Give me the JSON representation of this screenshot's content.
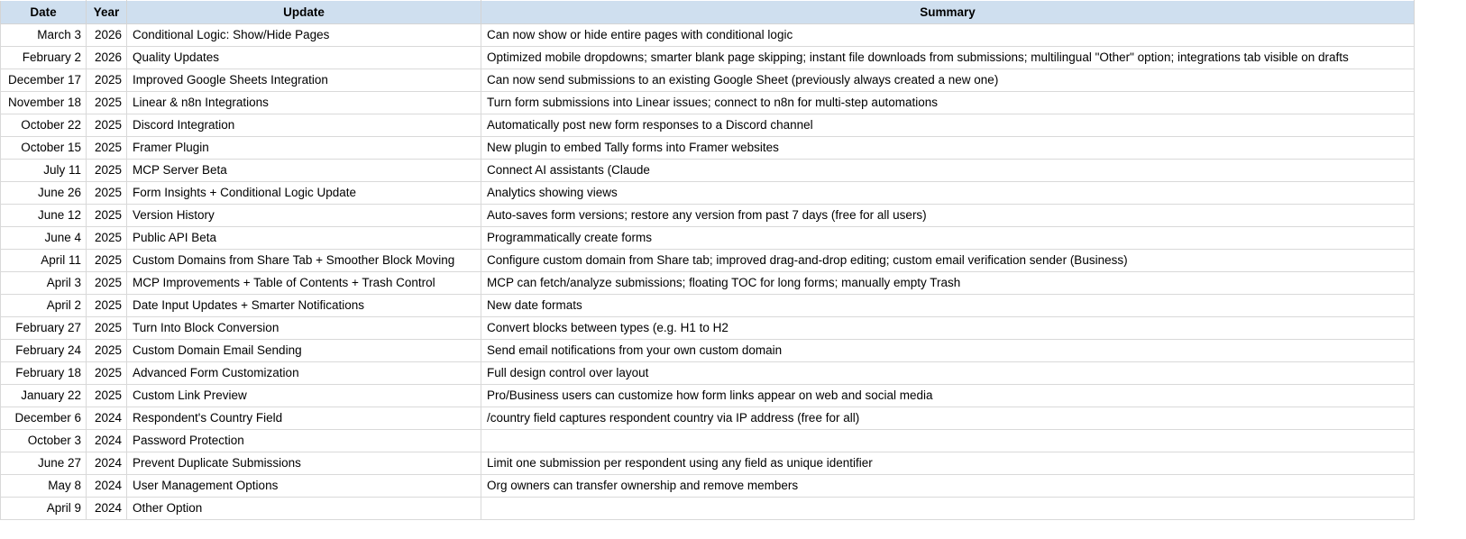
{
  "table": {
    "columns": [
      {
        "key": "date",
        "label": "Date",
        "align": "right"
      },
      {
        "key": "year",
        "label": "Year",
        "align": "right"
      },
      {
        "key": "update",
        "label": "Update",
        "align": "left"
      },
      {
        "key": "summary",
        "label": "Summary",
        "align": "left"
      }
    ],
    "header_background": "#cfdfef",
    "grid_line_color": "#d9d9d9",
    "rows": [
      {
        "date": "March 3",
        "year": "2026",
        "update": "Conditional Logic: Show/Hide Pages",
        "summary": "Can now show or hide entire pages with conditional logic"
      },
      {
        "date": "February 2",
        "year": "2026",
        "update": "Quality Updates",
        "summary": "Optimized mobile dropdowns; smarter blank page skipping; instant file downloads from submissions; multilingual \"Other\" option; integrations tab visible on drafts"
      },
      {
        "date": "December 17",
        "year": "2025",
        "update": "Improved Google Sheets Integration",
        "summary": "Can now send submissions to an existing Google Sheet (previously always created a new one)"
      },
      {
        "date": "November 18",
        "year": "2025",
        "update": "Linear & n8n Integrations",
        "summary": "Turn form submissions into Linear issues; connect to n8n for multi-step automations"
      },
      {
        "date": "October 22",
        "year": "2025",
        "update": "Discord Integration",
        "summary": "Automatically post new form responses to a Discord channel"
      },
      {
        "date": "October 15",
        "year": "2025",
        "update": "Framer Plugin",
        "summary": "New plugin to embed Tally forms into Framer websites"
      },
      {
        "date": "July 11",
        "year": "2025",
        "update": "MCP Server Beta",
        "summary": "Connect AI assistants (Claude"
      },
      {
        "date": "June 26",
        "year": "2025",
        "update": "Form Insights + Conditional Logic Update",
        "summary": "Analytics showing views"
      },
      {
        "date": "June 12",
        "year": "2025",
        "update": "Version History",
        "summary": "Auto-saves form versions; restore any version from past 7 days (free for all users)"
      },
      {
        "date": "June 4",
        "year": "2025",
        "update": "Public API Beta",
        "summary": "Programmatically create forms"
      },
      {
        "date": "April 11",
        "year": "2025",
        "update": "Custom Domains from Share Tab + Smoother Block Moving",
        "summary": "Configure custom domain from Share tab; improved drag-and-drop editing; custom email verification sender (Business)"
      },
      {
        "date": "April 3",
        "year": "2025",
        "update": "MCP Improvements + Table of Contents + Trash Control",
        "summary": "MCP can fetch/analyze submissions; floating TOC for long forms; manually empty Trash"
      },
      {
        "date": "April 2",
        "year": "2025",
        "update": "Date Input Updates + Smarter Notifications",
        "summary": "New date formats"
      },
      {
        "date": "February 27",
        "year": "2025",
        "update": "Turn Into Block Conversion",
        "summary": "Convert blocks between types (e.g. H1 to H2"
      },
      {
        "date": "February 24",
        "year": "2025",
        "update": "Custom Domain Email Sending",
        "summary": "Send email notifications from your own custom domain"
      },
      {
        "date": "February 18",
        "year": "2025",
        "update": "Advanced Form Customization",
        "summary": "Full design control over layout"
      },
      {
        "date": "January 22",
        "year": "2025",
        "update": "Custom Link Preview",
        "summary": "Pro/Business users can customize how form links appear on web and social media"
      },
      {
        "date": "December 6",
        "year": "2024",
        "update": "Respondent's Country Field",
        "summary": "/country field captures respondent country via IP address (free for all)"
      },
      {
        "date": "October 3",
        "year": "2024",
        "update": "Password Protection",
        "summary": ""
      },
      {
        "date": "June 27",
        "year": "2024",
        "update": "Prevent Duplicate Submissions",
        "summary": "Limit one submission per respondent using any field as unique identifier"
      },
      {
        "date": "May 8",
        "year": "2024",
        "update": "User Management Options",
        "summary": "Org owners can transfer ownership and remove members"
      },
      {
        "date": "April 9",
        "year": "2024",
        "update": "Other Option",
        "summary": ""
      }
    ]
  }
}
